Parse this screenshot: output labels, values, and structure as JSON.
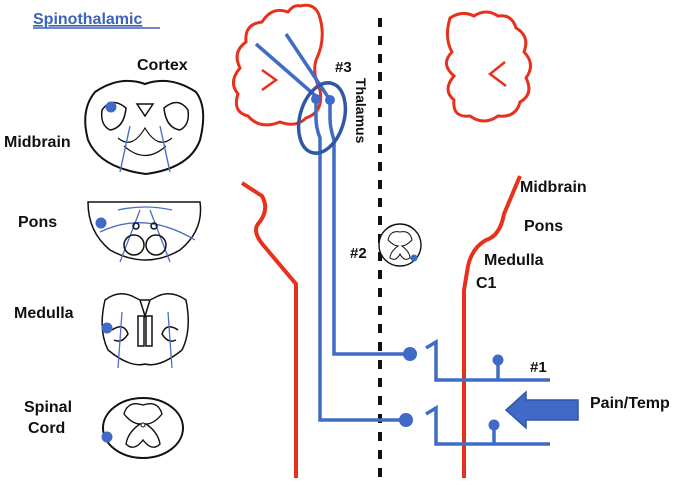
{
  "title": "Spinothalamic",
  "left_panel": {
    "cortex": "Cortex",
    "midbrain": "Midbrain",
    "pons": "Pons",
    "medulla": "Medulla",
    "spinal_line1": "Spinal",
    "spinal_line2": "Cord"
  },
  "right_panel": {
    "midbrain": "Midbrain",
    "pons": "Pons",
    "medulla": "Medulla",
    "c1": "C1"
  },
  "markers": {
    "thalamus_num": "#3",
    "thalamus": "Thalamus",
    "crossing_num": "#2",
    "first_order_num": "#1"
  },
  "stimulus": "Pain/Temp",
  "colors": {
    "pathway": "#3f6cc4",
    "brainstem": "#e8311c",
    "dot": "#4169c7",
    "title": "#3b63b8",
    "arrow": "#4169c7"
  }
}
